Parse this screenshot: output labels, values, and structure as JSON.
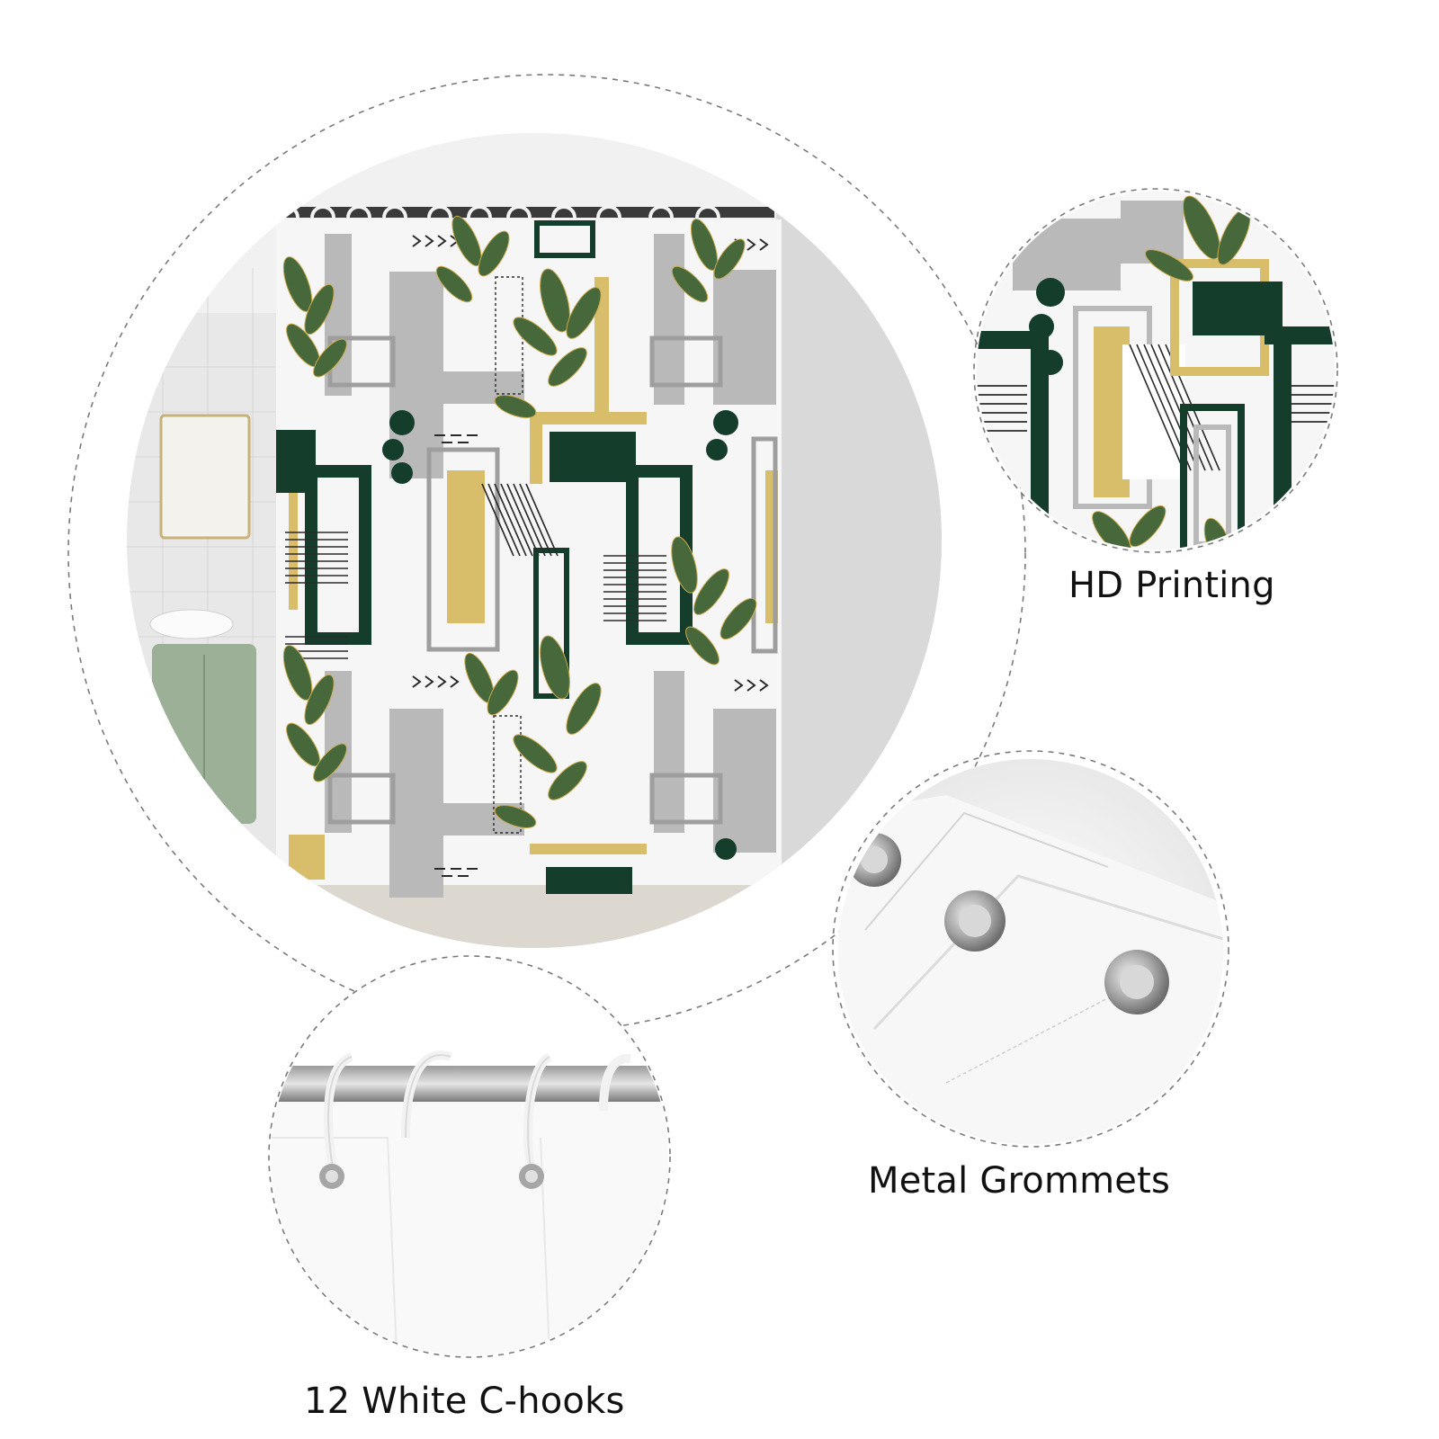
{
  "features": [
    {
      "label": "HD Printing"
    },
    {
      "label": "Metal Grommets"
    },
    {
      "label": "12 White C-hooks"
    }
  ],
  "colors": {
    "dark_green": "#143d2c",
    "leaf_green": "#47683a",
    "gold": "#d8bd6a",
    "gray_block": "#b9b9b9",
    "wall": "#e6e6e6",
    "cabinet": "#9bb096",
    "outline_dash": "#7a7a7a"
  }
}
